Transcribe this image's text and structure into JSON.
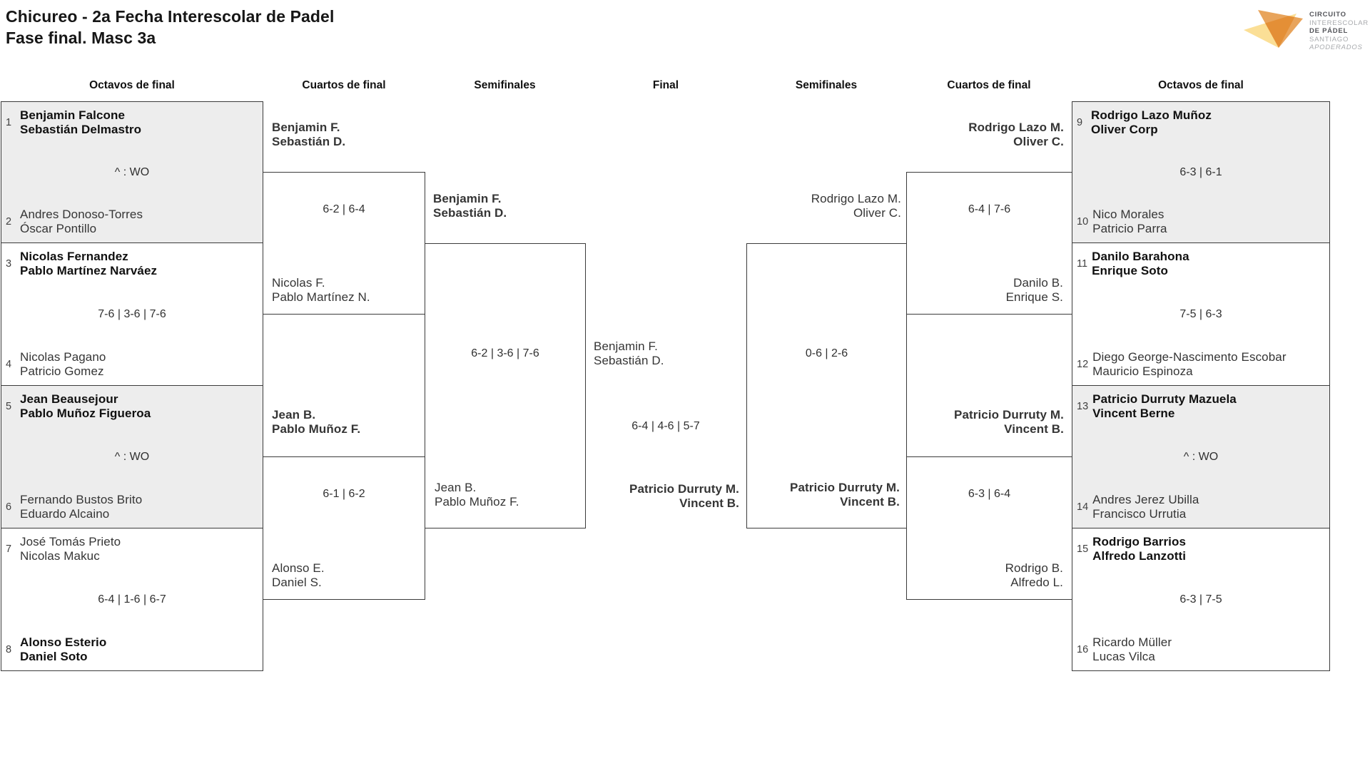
{
  "title": {
    "line1": "Chicureo - 2a Fecha Interescolar de Padel",
    "line2": "Fase final. Masc 3a"
  },
  "logo": {
    "circuito": "CIRCUITO",
    "interescolar": "INTERESCOLAR",
    "de_padel": "DE PÁDEL",
    "santiago": "SANTIAGO",
    "apoderados": "APODERADOS",
    "colors": {
      "orange": "#E79D4F",
      "yellow": "#FBDF96"
    }
  },
  "headers": {
    "left_r16": "Octavos de final",
    "left_qf": "Cuartos de final",
    "left_sf": "Semifinales",
    "final": "Final",
    "right_sf": "Semifinales",
    "right_qf": "Cuartos de final",
    "right_r16": "Octavos de final"
  },
  "left_r16": {
    "m1": {
      "seed_top": "1",
      "top_a": "Benjamin Falcone",
      "top_b": "Sebastián Delmastro",
      "score": "^ : WO",
      "seed_bottom": "2",
      "bottom_a": "Andres Donoso-Torres",
      "bottom_b": "Óscar Pontillo"
    },
    "m2": {
      "seed_top": "3",
      "top_a": "Nicolas Fernandez",
      "top_b": "Pablo Martínez Narváez",
      "score": "7-6 | 3-6 | 7-6",
      "seed_bottom": "4",
      "bottom_a": "Nicolas Pagano",
      "bottom_b": "Patricio Gomez"
    },
    "m3": {
      "seed_top": "5",
      "top_a": "Jean Beausejour",
      "top_b": "Pablo Muñoz Figueroa",
      "score": "^ : WO",
      "seed_bottom": "6",
      "bottom_a": "Fernando Bustos Brito",
      "bottom_b": "Eduardo Alcaino"
    },
    "m4": {
      "seed_top": "7",
      "top_a": "José Tomás Prieto",
      "top_b": "Nicolas Makuc",
      "score": "6-4 | 1-6 | 6-7",
      "seed_bottom": "8",
      "bottom_a": "Alonso Esterio",
      "bottom_b": "Daniel Soto"
    }
  },
  "left_qf": {
    "m1": {
      "winner_a": "Benjamin F.",
      "winner_b": "Sebastián D.",
      "score": "6-2 | 6-4",
      "loser_a": "Nicolas F.",
      "loser_b": "Pablo Martínez N."
    },
    "m2": {
      "winner_a": "Jean B.",
      "winner_b": "Pablo Muñoz F.",
      "score": "6-1 | 6-2",
      "loser_a": "Alonso E.",
      "loser_b": "Daniel S."
    }
  },
  "left_sf": {
    "winner_a": "Benjamin F.",
    "winner_b": "Sebastián D.",
    "score": "6-2 | 3-6 | 7-6",
    "loser_a": "Jean B.",
    "loser_b": "Pablo Muñoz F."
  },
  "final": {
    "top_a": "Benjamin F.",
    "top_b": "Sebastián D.",
    "score": "6-4 | 4-6 | 5-7",
    "bottom_a": "Patricio Durruty M.",
    "bottom_b": "Vincent B."
  },
  "right_sf": {
    "top_a": "Rodrigo Lazo M.",
    "top_b": "Oliver C.",
    "score": "0-6 | 2-6",
    "bottom_a": "Patricio Durruty M.",
    "bottom_b": "Vincent B."
  },
  "right_qf": {
    "m1": {
      "winner_a": "Rodrigo Lazo M.",
      "winner_b": "Oliver C.",
      "score": "6-4 | 7-6",
      "loser_a": "Danilo B.",
      "loser_b": "Enrique S."
    },
    "m2": {
      "winner_a": "Patricio Durruty M.",
      "winner_b": "Vincent B.",
      "score": "6-3 | 6-4",
      "loser_a": "Rodrigo B.",
      "loser_b": "Alfredo L."
    }
  },
  "right_r16": {
    "m1": {
      "seed_top": "9",
      "top_a": "Rodrigo Lazo Muñoz",
      "top_b": "Oliver Corp",
      "score": "6-3 | 6-1",
      "seed_bottom": "10",
      "bottom_a": "Nico Morales",
      "bottom_b": "Patricio Parra"
    },
    "m2": {
      "seed_top": "11",
      "top_a": "Danilo Barahona",
      "top_b": "Enrique Soto",
      "score": "7-5 | 6-3",
      "seed_bottom": "12",
      "bottom_a": "Diego George-Nascimento Escobar",
      "bottom_b": "Mauricio Espinoza"
    },
    "m3": {
      "seed_top": "13",
      "top_a": "Patricio Durruty Mazuela",
      "top_b": "Vincent Berne",
      "score": "^ : WO",
      "seed_bottom": "14",
      "bottom_a": "Andres Jerez Ubilla",
      "bottom_b": "Francisco Urrutia"
    },
    "m4": {
      "seed_top": "15",
      "top_a": "Rodrigo Barrios",
      "top_b": "Alfredo Lanzotti",
      "score": "6-3 | 7-5",
      "seed_bottom": "16",
      "bottom_a": "Ricardo Müller",
      "bottom_b": "Lucas Vilca"
    }
  }
}
